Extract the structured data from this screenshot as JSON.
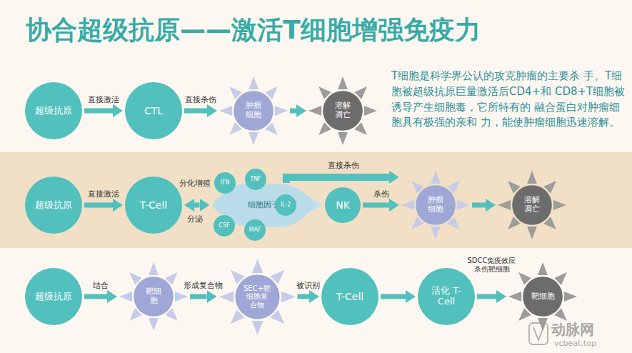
{
  "diagram": {
    "title": "协合超级抗原——激活T细胞增强免疫力",
    "nodes": [
      {
        "text": [
          "超级抗原"
        ]
      },
      {
        "text": [
          "CTL"
        ]
      },
      {
        "text": [
          "肿瘤 细胞"
        ]
      },
      {
        "text": [
          "溶解 凋亡"
        ]
      },
      {
        "text": [
          "超级抗原"
        ]
      },
      {
        "text": [
          "T-Cell"
        ]
      },
      {
        "text": [
          "细胞因子"
        ]
      },
      {
        "text": [
          "IFN"
        ]
      },
      {
        "text": [
          "TNF"
        ]
      },
      {
        "text": [
          "IL-2"
        ]
      },
      {
        "text": [
          "CSF"
        ]
      },
      {
        "text": [
          "MAF"
        ]
      },
      {
        "text": [
          "NK"
        ]
      },
      {
        "text": [
          "肿瘤 细胞"
        ]
      },
      {
        "text": [
          "溶解 凋亡"
        ]
      },
      {
        "text": [
          "超级抗原"
        ]
      },
      {
        "text": [
          "靶细 胞"
        ]
      },
      {
        "text": [
          "SEC+靶 细胞复 合物"
        ]
      },
      {
        "text": [
          "T-Cell"
        ]
      },
      {
        "text": [
          "活化 T-Cell"
        ]
      },
      {
        "text": [
          "靶细胞"
        ]
      }
    ],
    "edges": [
      {
        "from": 0,
        "to": 1,
        "label": "直接激活",
        "arrow": "to"
      },
      {
        "from": 1,
        "to": 2,
        "label": "直接杀伤",
        "arrow": "to"
      },
      {
        "from": 2,
        "to": 3,
        "arrow": "to"
      },
      {
        "from": 4,
        "to": 5,
        "label": "直接激活",
        "arrow": "to"
      },
      {
        "from": 5,
        "to": 6,
        "arrow": "both"
      },
      {
        "from": 6,
        "to": 13,
        "label": "直接杀伤",
        "arrow": "to"
      },
      {
        "from": 9,
        "to": 12,
        "arrow": "to"
      },
      {
        "from": 12,
        "to": 13,
        "label": "杀伤",
        "arrow": "to"
      },
      {
        "from": 13,
        "to": 14,
        "arrow": "to"
      },
      {
        "from": 15,
        "to": 16,
        "label": "结合",
        "arrow": "to"
      },
      {
        "from": 16,
        "to": 17,
        "label": "形成复合物",
        "arrow": "to"
      },
      {
        "from": 17,
        "to": 18,
        "label": "被识别",
        "arrow": "to"
      },
      {
        "from": 18,
        "to": 19,
        "arrow": "to"
      },
      {
        "from": 19,
        "to": 20,
        "label": "SDCC免疫效应 杀伤靶细胞",
        "arrow": "to"
      }
    ],
    "labels": [
      "T细胞是科学界公认的攻克肿瘤的主要杀 手。T细胞被超级抗原巨量激活后CD4+和 CD8+T细胞被诱导产生细胞毒，它所特有的 融合蛋白对肿瘤细胞具有极强的亲和 力，能使肿瘤细胞迅速溶解。",
      "分化增殖",
      "分泌",
      "动脉网",
      "vcbeat.top"
    ]
  }
}
